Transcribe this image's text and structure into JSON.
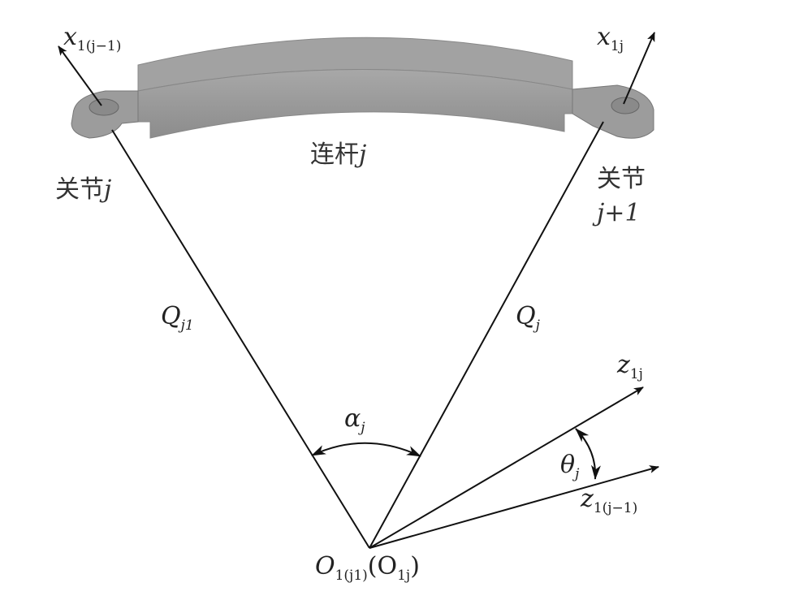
{
  "labels": {
    "x_prev": {
      "main": "x",
      "sub": "1(j−1)"
    },
    "x_cur": {
      "main": "x",
      "sub": "1j"
    },
    "link": {
      "text": "连杆",
      "var": "j"
    },
    "joint_j": {
      "text": "关节",
      "var": "j"
    },
    "joint_next": {
      "text": "关节",
      "var": "j+1"
    },
    "q_left": {
      "main": "Q",
      "sub": "j1"
    },
    "q_right": {
      "main": "Q",
      "sub": "j"
    },
    "alpha": {
      "main": "α",
      "sub": "j"
    },
    "z_cur": {
      "main": "z",
      "sub": "1j"
    },
    "theta": {
      "main": "θ",
      "sub": "j"
    },
    "z_prev": {
      "main": "z",
      "sub": "1(j−1)"
    },
    "origin": {
      "main": "O",
      "sub": "1(j1)",
      "paren_main": "(O",
      "paren_sub": "1j",
      "close": ")"
    }
  },
  "colors": {
    "link_fill": "#9a9a9a",
    "link_top": "#8a8a8a",
    "line": "#111111"
  }
}
